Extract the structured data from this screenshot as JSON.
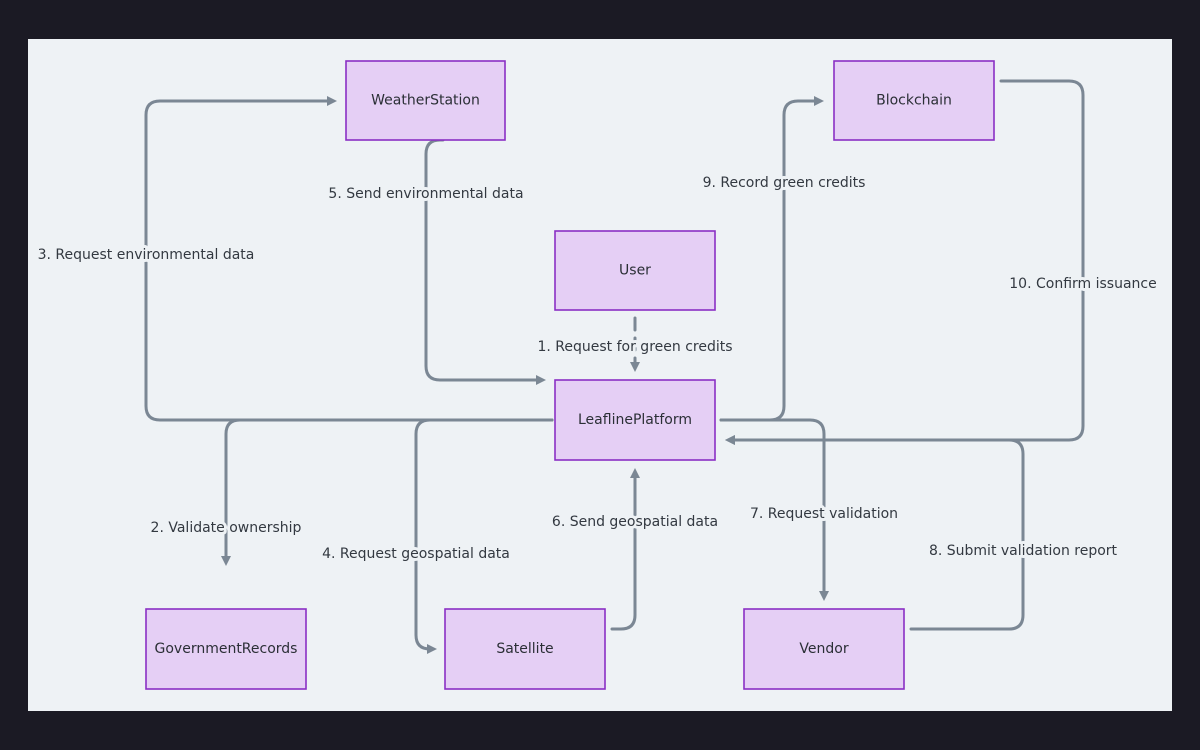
{
  "nodes": {
    "weather_station": "WeatherStation",
    "blockchain": "Blockchain",
    "user": "User",
    "leafline_platform": "LeaflinePlatform",
    "government_records": "GovernmentRecords",
    "satellite": "Satellite",
    "vendor": "Vendor"
  },
  "edges": {
    "e1": "1. Request for green credits",
    "e2": "2. Validate ownership",
    "e3": "3. Request environmental data",
    "e4": "4. Request geospatial data",
    "e5": "5. Send environmental data",
    "e6": "6. Send geospatial data",
    "e7": "7. Request validation",
    "e8": "8. Submit validation report",
    "e9": "9. Record green credits",
    "e10": "10. Confirm issuance"
  },
  "colors": {
    "node_fill": "#e5cff5",
    "node_border": "#8a2fc4",
    "edge": "#7b8794",
    "canvas": "#eef2f5",
    "frame": "#1b1a24"
  }
}
